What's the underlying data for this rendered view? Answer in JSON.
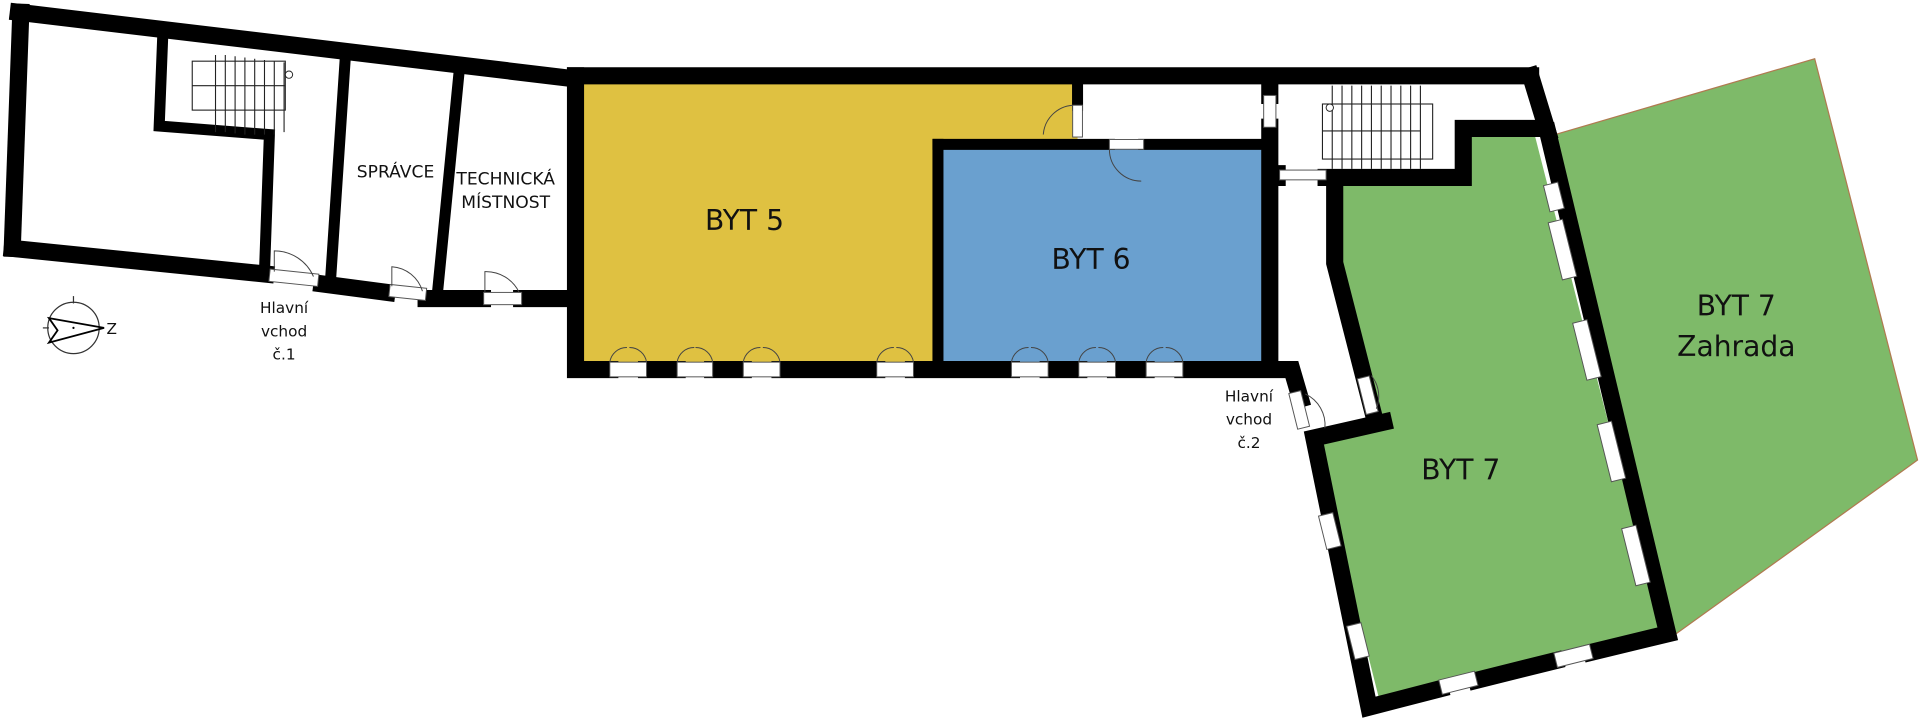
{
  "rooms": {
    "byt5": {
      "label": "BYT 5",
      "color": "#dfc141"
    },
    "byt6": {
      "label": "BYT 6",
      "color": "#6aa0cf"
    },
    "byt7": {
      "label": "BYT 7",
      "color": "#7eba69"
    },
    "byt7_garden": {
      "line1": "BYT 7",
      "line2": "Zahrada",
      "color": "#7eba69"
    },
    "spravce": {
      "label": "SPRÁVCE"
    },
    "technicka": {
      "line1": "TECHNICKÁ",
      "line2": "MÍSTNOST"
    }
  },
  "entrances": {
    "entrance1": {
      "line1": "Hlavní",
      "line2": "vchod",
      "line3": "č.1"
    },
    "entrance2": {
      "line1": "Hlavní",
      "line2": "vchod",
      "line3": "č.2"
    }
  },
  "compass": {
    "label": "Z"
  }
}
